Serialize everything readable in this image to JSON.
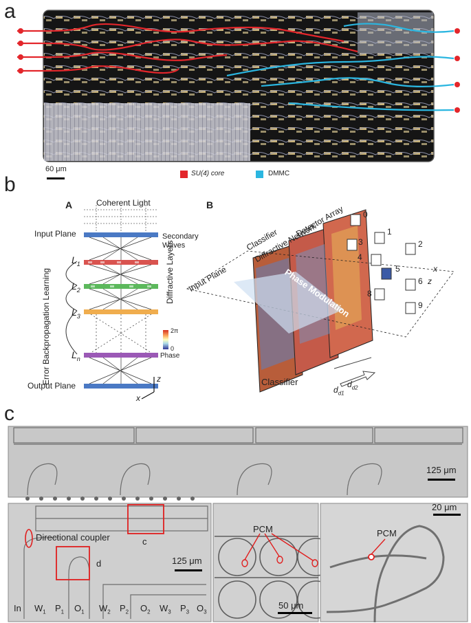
{
  "panel_a": {
    "letter": "a",
    "scalebar": "60 μm",
    "legend": [
      {
        "label": "SU(4) core",
        "color": "#e3262b"
      },
      {
        "label": "DMMC",
        "color": "#2bb6e0"
      }
    ]
  },
  "panel_b": {
    "letter": "b",
    "sub_a": {
      "letter": "A",
      "coherent_light": "Coherent Light",
      "input_plane": "Input Plane",
      "secondary_waves_1": "Secondary",
      "secondary_waves_2": "Waves",
      "layers": [
        "L1",
        "L2",
        "L3",
        "Ln"
      ],
      "layer_subs": [
        "1",
        "2",
        "3",
        "n"
      ],
      "diffractive_layers": "Diffractive Layers",
      "error_backprop": "Error Backpropagation Learning",
      "output_plane": "Output Plane",
      "phase_max": "2π",
      "phase_min": "0",
      "phase_label": "Phase",
      "axis_z": "z",
      "axis_x": "x"
    },
    "sub_b": {
      "letter": "B",
      "input_plane": "Input Plane",
      "classifier_1": "Classifier",
      "classifier_2": "Diffractive Network",
      "detector_array": "Detector Array",
      "phase_modulation": "Phase Modulation",
      "classifier_bottom": "Classifier",
      "detectors": [
        "0",
        "1",
        "2",
        "3",
        "4",
        "5",
        "6",
        "8",
        "9"
      ],
      "d1": "d1",
      "d2": "d2",
      "axis_x": "x",
      "axis_z": "z"
    }
  },
  "panel_c": {
    "letter": "c",
    "top_scale": "125 μm",
    "bottom_left": {
      "scale": "125 μm",
      "directional_coupler": "Directional coupler",
      "box_c": "c",
      "box_d": "d",
      "ports": [
        {
          "main": "In",
          "sub": ""
        },
        {
          "main": "W",
          "sub": "1"
        },
        {
          "main": "P",
          "sub": "1"
        },
        {
          "main": "O",
          "sub": "1"
        },
        {
          "main": "W",
          "sub": "2"
        },
        {
          "main": "P",
          "sub": "2"
        },
        {
          "main": "O",
          "sub": "2"
        },
        {
          "main": "W",
          "sub": "3"
        },
        {
          "main": "P",
          "sub": "3"
        },
        {
          "main": "O",
          "sub": "3"
        }
      ]
    },
    "bottom_mid": {
      "label": "PCM",
      "scale": "50 μm"
    },
    "bottom_right": {
      "label": "PCM",
      "scale": "20 μm"
    }
  }
}
